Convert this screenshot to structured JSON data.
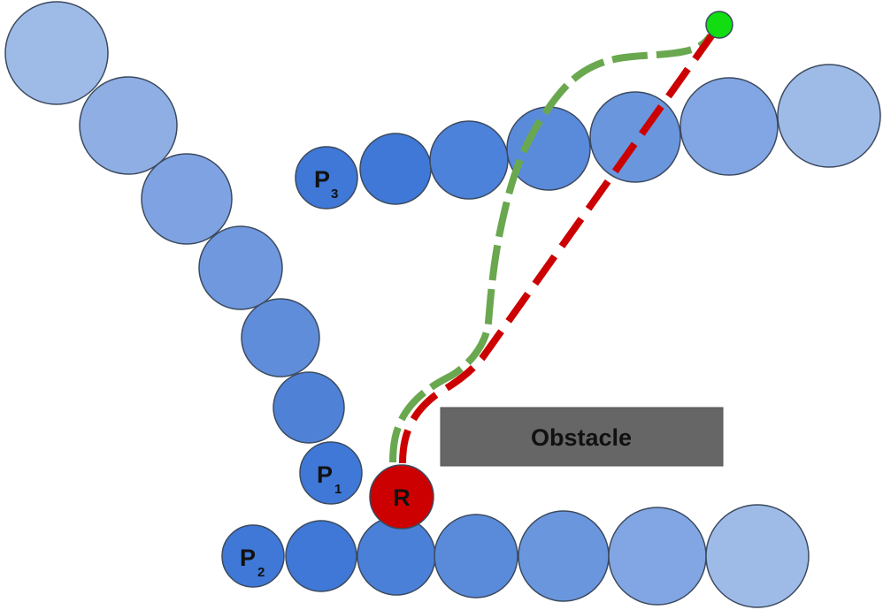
{
  "labels": {
    "p1": "P",
    "p1_sub": "1",
    "p2": "P",
    "p2_sub": "2",
    "p3": "P",
    "p3_sub": "3",
    "robot": "R",
    "obstacle": "Obstacle"
  },
  "colors": {
    "robot": "#cc0000",
    "goal": "#11dd11",
    "path_green": "#6aa84f",
    "path_red": "#cc0000",
    "obstacle": "#666666",
    "circle_stroke": "#3c4a5e"
  }
}
